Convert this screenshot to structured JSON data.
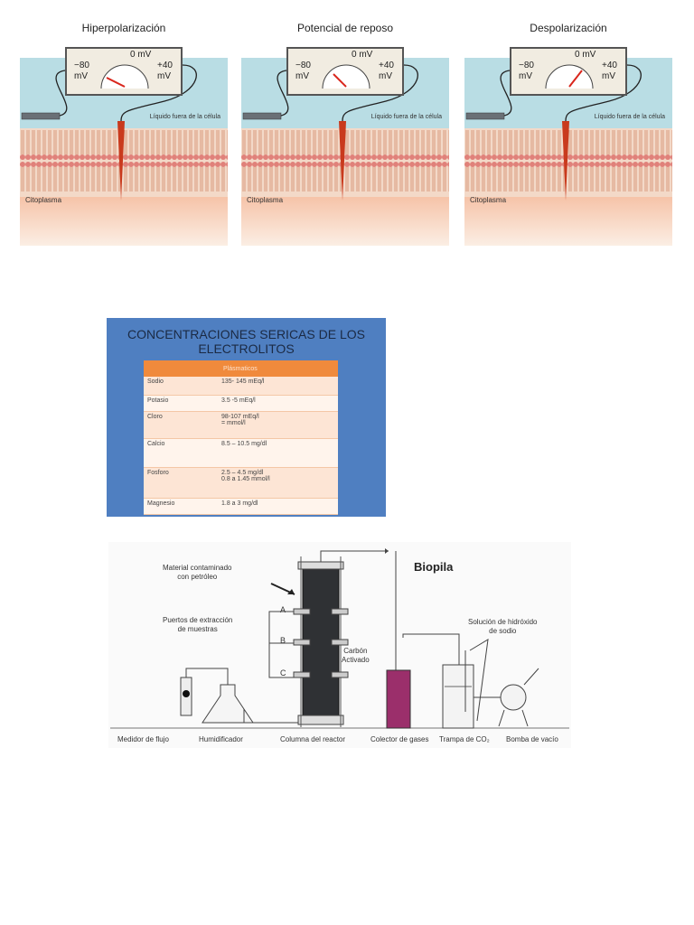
{
  "membrane_panels": [
    {
      "title": "Hiperpolarización",
      "needle": "left"
    },
    {
      "title": "Potencial de reposo",
      "needle": "mid"
    },
    {
      "title": "Despolarización",
      "needle": "right"
    }
  ],
  "meter": {
    "zero": "0 mV",
    "neg": "−80",
    "pos": "+40",
    "unit": "mV"
  },
  "labels": {
    "outside": "Líquido fuera de la célula",
    "cytoplasm": "Citoplasma"
  },
  "electrolytes": {
    "title": "CONCENTRACIONES SERICAS DE LOS ELECTROLITOS",
    "header": "Plásmaticos",
    "rows": [
      {
        "name": "Sodio",
        "value": "135- 145 mEq/l"
      },
      {
        "name": "Potasio",
        "value": "3.5 -5 mEq/l"
      },
      {
        "name": "Cloro",
        "value": "98-107 mEq/l\n= mmol/l"
      },
      {
        "name": "Calcio",
        "value": "8.5 – 10.5  mg/dl"
      },
      {
        "name": "Fosforo",
        "value": "2.5 – 4.5 mg/dl\n0.8 a 1.45 mmol/l"
      },
      {
        "name": "Magnesio",
        "value": "1.8 a 3 mg/dl"
      }
    ]
  },
  "biopila": {
    "title": "Biopila",
    "material": "Material contaminado\ncon petróleo",
    "puertos": "Puertos de extracción\nde muestras",
    "carbon": "Carbón\nActivado",
    "solucion": "Solución de hidróxido\nde sodio",
    "ports": [
      "A",
      "B",
      "C"
    ],
    "bottom_labels": [
      "Medidor de flujo",
      "Humidificador",
      "Columna del reactor",
      "Colector de gases",
      "Trampa de CO₂",
      "Bomba de vacío"
    ],
    "colors": {
      "reactor": "#2f3134",
      "collector": "#9b2f6b"
    }
  }
}
